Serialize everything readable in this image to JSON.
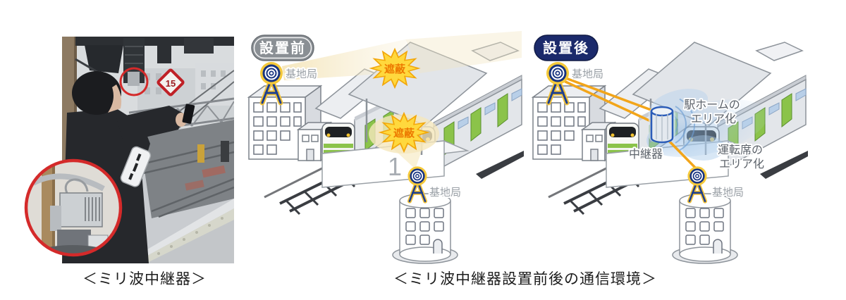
{
  "captions": {
    "left": "＜ミリ波中継器＞",
    "right": "＜ミリ波中継器設置前後の通信環境＞"
  },
  "photo": {
    "speed_sign": "15"
  },
  "before": {
    "badge": "設置前",
    "top_base_station_label": "基地局",
    "bottom_base_station_label": "基地局",
    "shield_roof_label": "遮蔽",
    "shield_train_label": "遮蔽",
    "platform_number": "1"
  },
  "after": {
    "badge": "設置後",
    "top_base_station_label": "基地局",
    "bottom_base_station_label": "基地局",
    "repeater_label": "中継器",
    "platform_area_line1": "駅ホームの",
    "platform_area_line2": "エリア化",
    "cab_area_line1": "運転席の",
    "cab_area_line2": "エリア化"
  },
  "colors": {
    "badge_before": "#8a8f94",
    "badge_after": "#1b2a6b",
    "signal_yellow": "#f2a51a",
    "beam_cream": "#f3e1ae",
    "shield_fill": "#ffd83d",
    "shield_text": "#ed7a00",
    "coverage_blue": "#a9c9e9",
    "annotation_red": "#d42a2a",
    "train_green": "#8bc34a"
  }
}
